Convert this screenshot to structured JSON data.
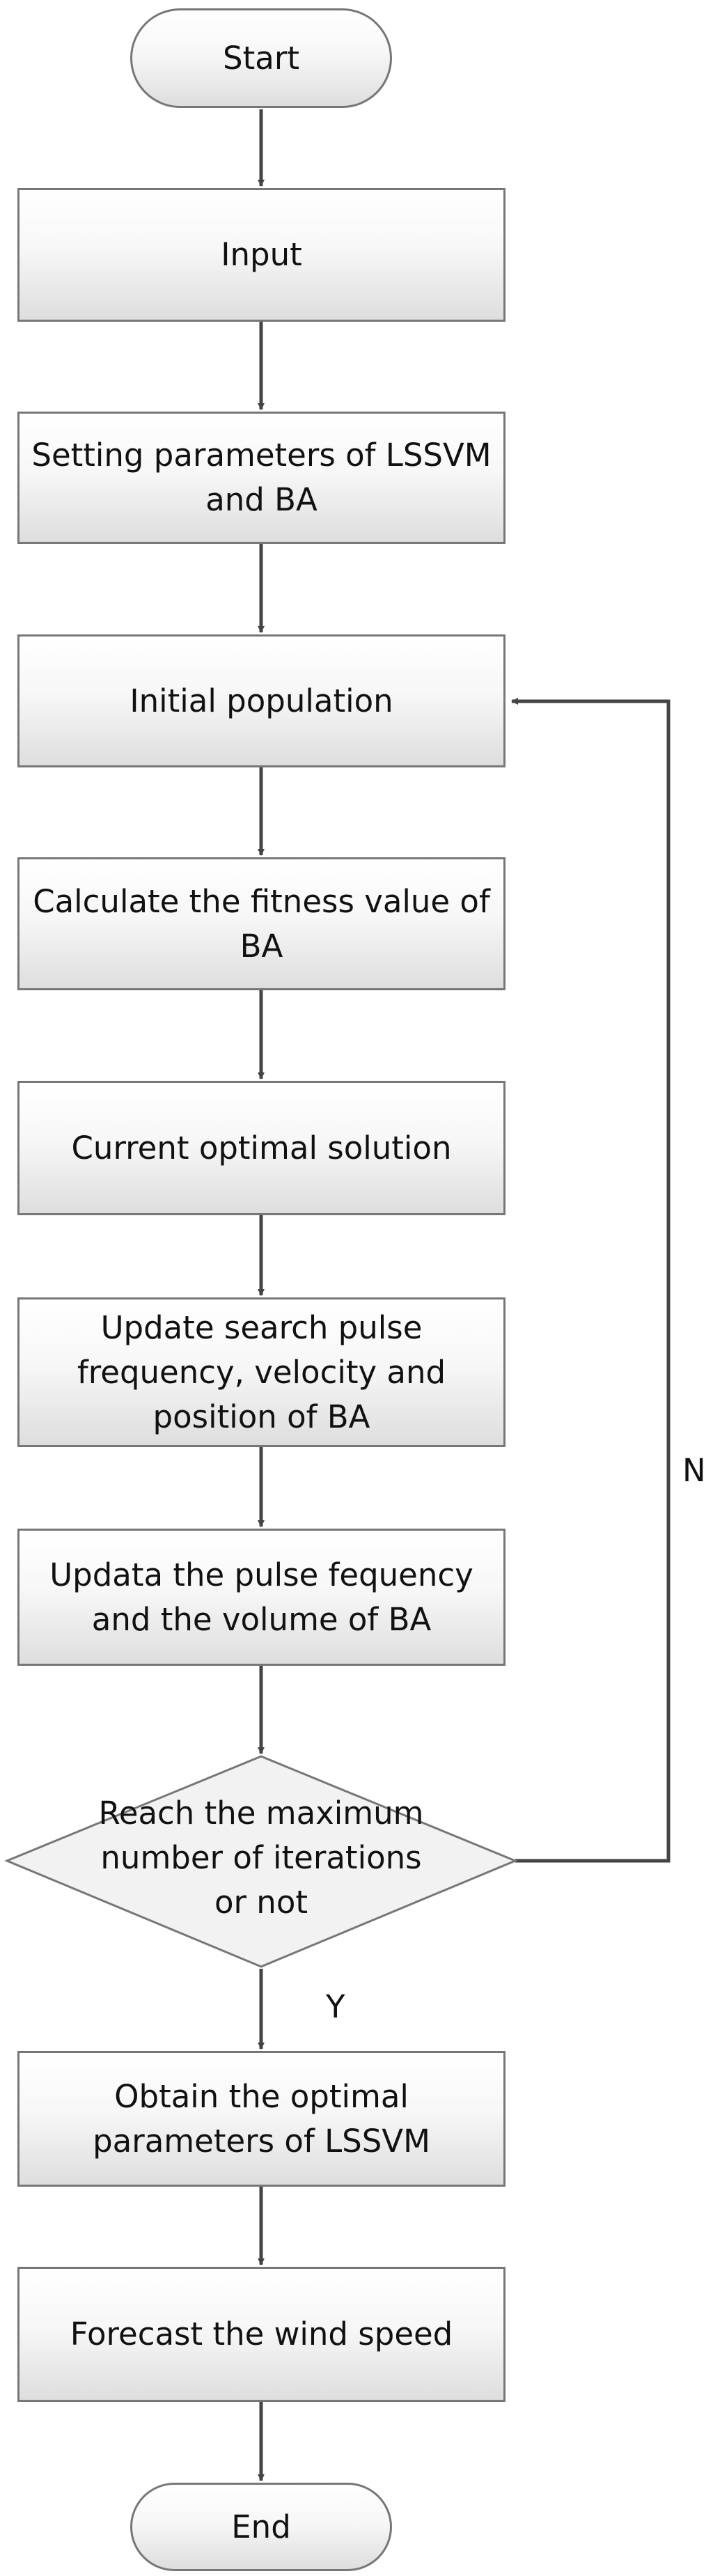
{
  "flowchart": {
    "start": "Start",
    "input": "Input",
    "setting": "Setting parameters of LSSVM and BA",
    "initial": "Initial population",
    "fitness": "Calculate the fitness value of BA",
    "current": "Current optimal solution",
    "update_search": "Update search pulse frequency, velocity and position of BA",
    "update_pulse": "Updata the pulse fequency and the volume of BA",
    "decision": "Reach the maximum number of iterations or not",
    "obtain": "Obtain the optimal parameters of LSSVM",
    "forecast": "Forecast the wind speed",
    "end": "End",
    "label_no": "N",
    "label_yes": "Y"
  }
}
